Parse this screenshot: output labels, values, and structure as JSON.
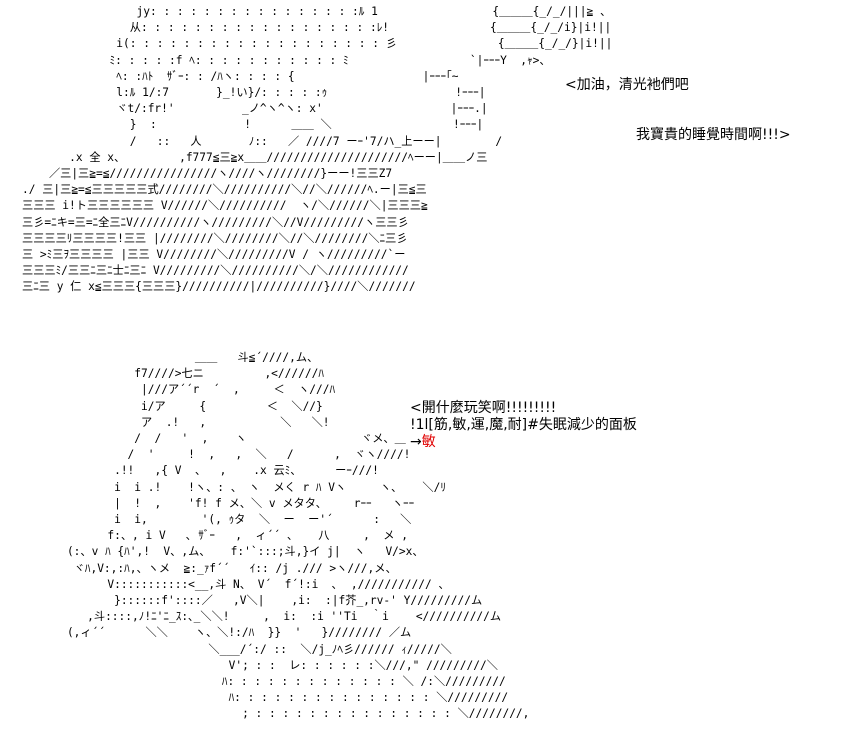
{
  "scene_top": {
    "art_lines": [
      "                 jy: : : : : : : : : : : : : : : :ﾙ 1                 {＿＿＿{_/_/|||≧ 、",
      "                从: : : : : : : : : : : : : : : : : :ﾚ!               {＿＿＿{_/_/i}|i!||",
      "              i(: : : : : : : : : : : : : : : : : : : 彡               {＿＿＿{_/_/}|i!||",
      "             ﾐ: : : : :f ﾍ: : : : : : : : : : : ﾐ                  `|ｰｰｰY  ,ｬ>、",
      "              ﾍ: :ﾊﾄ  ｻﾞｰ: : /ﾊヽ: : : : {                   |ｰｰｰ｢~",
      "              l:ﾙ 1/:7       }_!い}/: : : : :ｩ                   !ｰｰｰ|",
      "              ヾt/:fr!'          _ノ^ヽ^ヽ: x'                   |ｰｰｰ.|",
      "                }  :             !      ＿＿ ＼                  !ｰｰｰ|",
      "                /   ::   人       ﾉ::   ／ ////7 ーｰ'7/ハ_上ーー|        /",
      "       .x 全 x、        ,f777≦三≧x＿＿/////////////////////ﾍーー|＿＿ノ三",
      "    ／三|三≧=≦////////////////ヽ////ヽ////////}ーー!三三Z7",
      "./ 三|三≧=≦三三三三三式////////＼//////////＼//＼//////ﾍ.ー|三≦三",
      "三三三 i!ト三三三三三三 V//////＼//////////  ヽ/＼//////＼|三三三≧",
      "三彡=ﾆキ=三=ﾆ全三ﾆV//////////ヽ/////////＼//V/////////ヽ三三彡",
      "三三三三ﾘ三三三三!三三 |////////＼////////＼//＼////////＼ﾆ三彡",
      "三 >ﾐ三ｦ三三三三 |三三 V////////＼/////////V / ヽ/////////`ー",
      "三三三ﾐ/三三ﾆ三ﾆ士ﾆ三ﾆ V/////////＼//////////＼/＼////////////",
      "三ﾆ三 y 仁 x≦三三三{三三三}//////////|//////////}////＼///////"
    ],
    "speech_cheer": "<加油，清光衪們吧",
    "speech_sleep": "我寶貴的睡覺時間啊!!!>"
  },
  "scene_bottom": {
    "art_lines": [
      "                       ＿＿   斗≦´////,ム、",
      "              f7////>七ニ         ,<//////ﾊ",
      "               |///ア´´r  ´  ,     ＜  ヽ///ﾊ",
      "               i/ア     {         ＜  ＼//}",
      "               ア  .!   ,           ＼   ＼!",
      "              /  /   '  ,    ヽ                 ヾメ、＿",
      "             /  '     !  ,   ,  ＼   /      ,  ヾヽ////!",
      "           .!!   ,{ V  、  ,    .x 云ﾐ、     ーｰ///!",
      "           i  i .!    !ヽ、: 、 ヽ  メく r ﾊ Vヽ     ヽ、   ＼/ﾘ",
      "           |  !  ,    'f! f メ、＼ v メタタ、    rｰｰ   ヽｰｰ",
      "           i  i,        '(, ｩタ  ＼  ー  ー'´      :   ＼",
      "          f:、, i V   ､ ｻﾞｰ   ,  ィ´´ 、   八     ,  メ ,",
      "    (:、v ﾊ {ﾊ',!  V、,ム、   f:'`:::;斗,}イ j|  ヽ   V/>x、",
      "     ヾﾊ,V:,:ﾊ,、ヽメ  ≧:_ｧf´´   ｲ:: /j ./// >ヽ///,メ、",
      "          V:::::::::::<__,斗 N、 V´  f´!:i  ､  ,/////////// 、",
      "           }::::::f'::::／   ,V＼|    ,i:  :|f芥_,rv-' Y/////////ム",
      "       ,斗::::,ﾉ!ﾆ'ﾆ_ｽ:､_＼＼!     ,  i:  :i ''Ti  ｀i    <//////////ム",
      "    (,ィ´´      ＼＼    ヽ、＼!:/ﾊ  }}  '   }//////// ／ム",
      "                         ＼___/´:/ ::  ＼/j_ﾉﾍ彡////// ｨ/////＼",
      "                            V'; : :  レ: : : : : :＼///,\" /////////＼",
      "                           ﾊ: : : : : : : : : : : : : ＼ /:＼/////////",
      "                            ﾊ: : : : : : : : : : : : : : : ＼/////////",
      "                              ; : : : : : : : : : : : : : : : ＼////////,"
    ],
    "speech_joke": "<開什麼玩笑啊!!!!!!!!!",
    "speech_stats": "!1l[筋,敏,運,魔,耐]#失眠減少的面板",
    "speech_arrow": "→",
    "speech_highlight": "敏",
    "highlight_color": "#e00000"
  }
}
